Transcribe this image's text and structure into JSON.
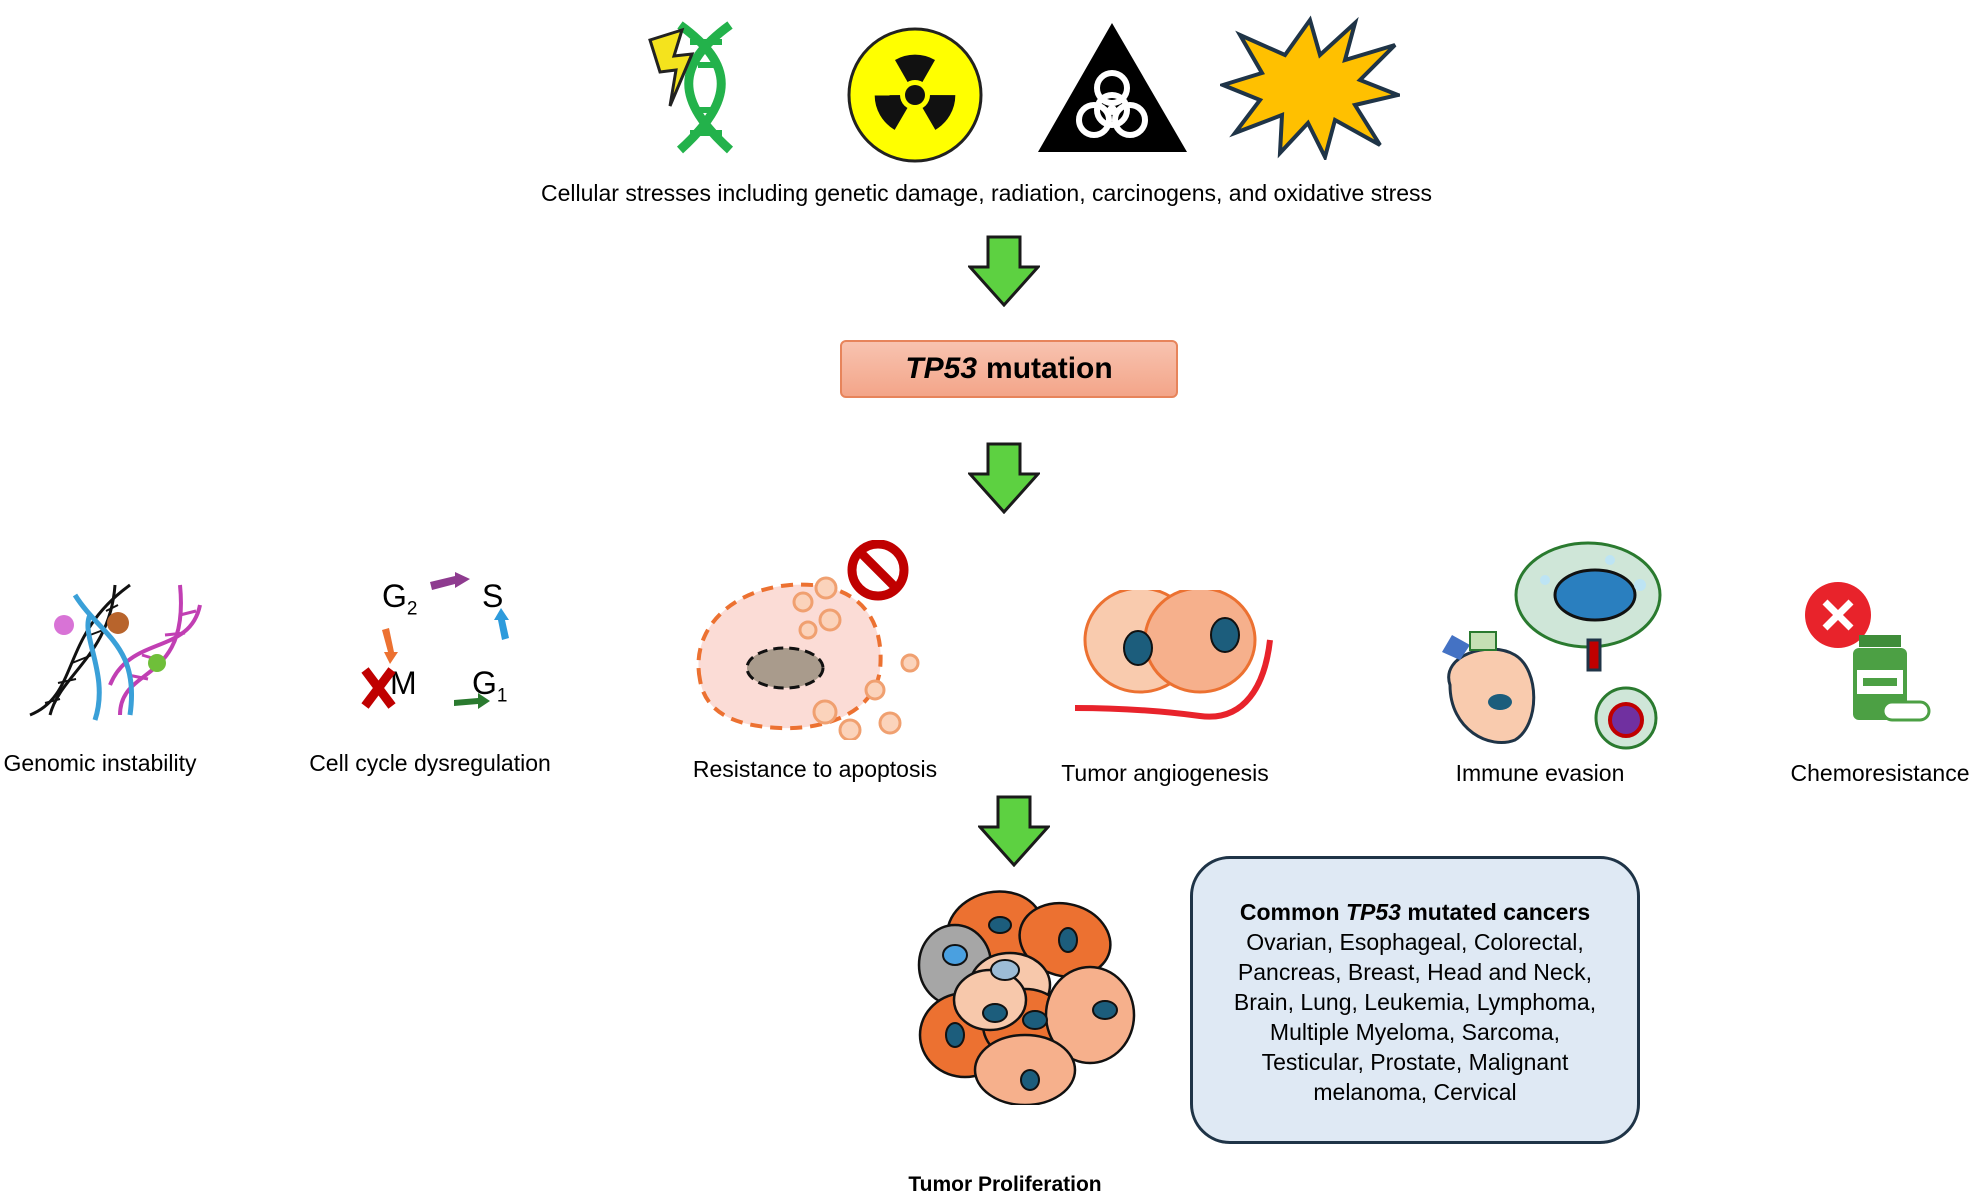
{
  "stress": {
    "caption": "Cellular stresses including genetic damage, radiation, carcinogens, and oxidative stress"
  },
  "mutation": {
    "gene": "TP53",
    "word": "mutation"
  },
  "effects": [
    {
      "label": "Genomic instability"
    },
    {
      "label": "Cell cycle dysregulation"
    },
    {
      "label": "Resistance to apoptosis"
    },
    {
      "label": "Tumor angiogenesis"
    },
    {
      "label": "Immune evasion"
    },
    {
      "label": "Chemoresistance"
    }
  ],
  "cell_cycle": {
    "g2": "G",
    "g2_sub": "2",
    "s": "S",
    "m": "M",
    "g1": "G",
    "g1_sub": "1"
  },
  "outcome": {
    "label": "Tumor Proliferation"
  },
  "cancers": {
    "title_prefix": "Common",
    "title_gene": "TP53",
    "title_suffix": "mutated cancers",
    "lines": [
      "Ovarian, Esophageal, Colorectal,",
      "Pancreas,  Breast, Head and Neck,",
      "Brain,  Lung, Leukemia, Lymphoma,",
      "Multiple Myeloma, Sarcoma,",
      "Testicular, Prostate, Malignant",
      "melanoma, Cervical"
    ]
  },
  "colors": {
    "arrow_green": "#5dd141",
    "box_fill": "#f5b49c",
    "box_border": "#e7845b",
    "cancer_box_fill": "#dfe9f4",
    "cell_orange": "#ec7131",
    "cell_peach": "#f7c8ab",
    "nucleus": "#1c5d7c"
  },
  "icons": [
    "dna-damage-icon",
    "radiation-icon",
    "biohazard-icon",
    "oxidative-burst-icon",
    "no-entry-icon",
    "cross-icon",
    "pill-bottle-icon"
  ]
}
